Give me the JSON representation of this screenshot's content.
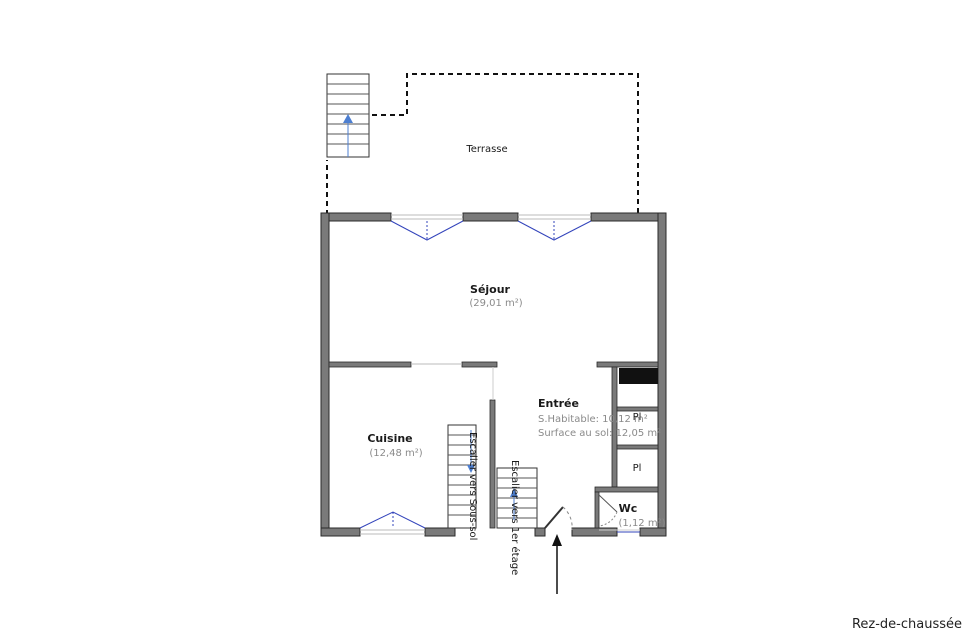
{
  "rooms": {
    "terrasse": {
      "name": "Terrasse"
    },
    "sejour": {
      "name": "Séjour",
      "area": "(29,01 m²)"
    },
    "cuisine": {
      "name": "Cuisine",
      "area": "(12,48 m²)"
    },
    "entree": {
      "name": "Entrée",
      "habitable": "S.Habitable: 10,12 m²",
      "sol": "Surface au sol: 12,05 m²"
    },
    "wc": {
      "name": "Wc",
      "area": "(1,12 m²)"
    }
  },
  "closets": {
    "pl1": "Pl",
    "pl2": "Pl"
  },
  "stairs": {
    "down": "Escalier vers Sous-sol",
    "up": "Escalier vers 1er étage"
  },
  "level": "Rez-de-chaussée",
  "colors": {
    "wall": "#7a7a7a",
    "wall_edge": "#2a2a2a",
    "door": "#3344bb",
    "stair_arrow": "#4d7fd1",
    "text": "#1a1a1a",
    "area_text": "#8a8a8a"
  }
}
